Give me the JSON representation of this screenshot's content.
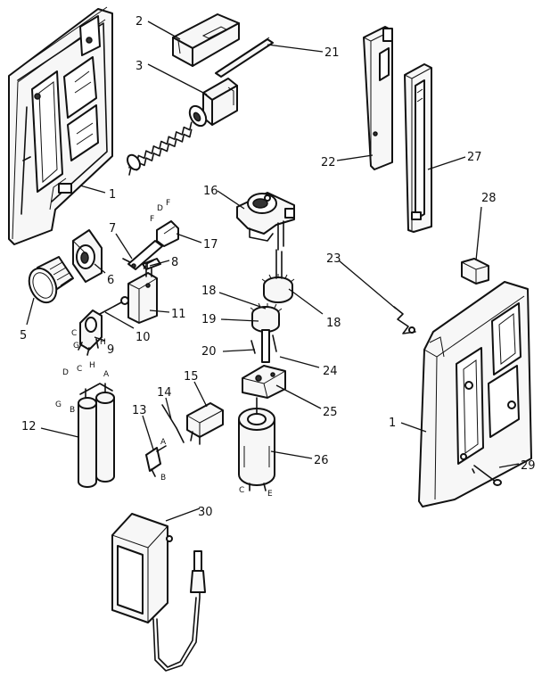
{
  "diagram": {
    "callouts": [
      {
        "id": "1-left",
        "text": "1"
      },
      {
        "id": "2",
        "text": "2"
      },
      {
        "id": "3",
        "text": "3"
      },
      {
        "id": "21",
        "text": "21"
      },
      {
        "id": "22",
        "text": "22"
      },
      {
        "id": "27",
        "text": "27"
      },
      {
        "id": "16",
        "text": "16"
      },
      {
        "id": "28",
        "text": "28"
      },
      {
        "id": "7",
        "text": "7"
      },
      {
        "id": "17",
        "text": "17"
      },
      {
        "id": "8",
        "text": "8"
      },
      {
        "id": "6",
        "text": "6"
      },
      {
        "id": "5",
        "text": "5"
      },
      {
        "id": "11",
        "text": "11"
      },
      {
        "id": "10",
        "text": "10"
      },
      {
        "id": "9",
        "text": "9"
      },
      {
        "id": "18-left",
        "text": "18"
      },
      {
        "id": "18-right",
        "text": "18"
      },
      {
        "id": "19",
        "text": "19"
      },
      {
        "id": "20",
        "text": "20"
      },
      {
        "id": "23",
        "text": "23"
      },
      {
        "id": "24",
        "text": "24"
      },
      {
        "id": "25",
        "text": "25"
      },
      {
        "id": "12",
        "text": "12"
      },
      {
        "id": "15",
        "text": "15"
      },
      {
        "id": "14",
        "text": "14"
      },
      {
        "id": "13",
        "text": "13"
      },
      {
        "id": "26",
        "text": "26"
      },
      {
        "id": "1-right",
        "text": "1"
      },
      {
        "id": "29",
        "text": "29"
      },
      {
        "id": "30",
        "text": "30"
      }
    ],
    "terminal_letters": {
      "d": "D",
      "f": "F",
      "h": "H",
      "c": "C",
      "a": "A",
      "g": "G",
      "b": "B",
      "e": "E"
    }
  }
}
